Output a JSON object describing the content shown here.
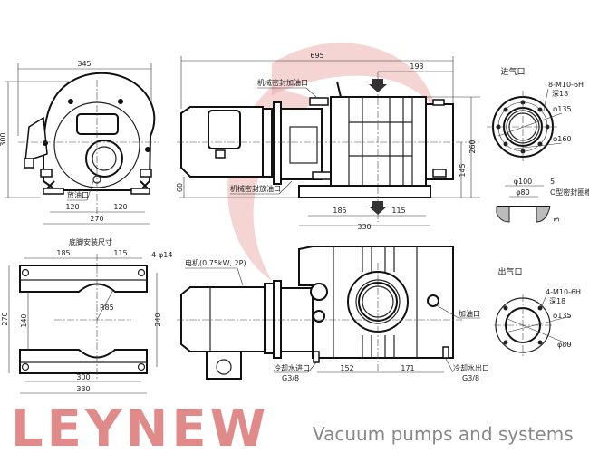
{
  "watermark": {
    "brand": "LEYNEW",
    "tagline": "Vacuum pumps and systems",
    "color": "#d84a4a"
  },
  "front_view": {
    "width": "345",
    "height": "300",
    "foot_left": "120",
    "foot_right": "120",
    "foot_total": "270",
    "drain_label": "放油口"
  },
  "side_view": {
    "length": "695",
    "inlet_offset": "193",
    "height_total": "260",
    "axis_height": "145",
    "base_height": "60",
    "base_left": "185",
    "base_right": "115",
    "base_total": "330",
    "seal_fill_label": "机械密封加油口",
    "seal_drain_label": "机械密封放油口"
  },
  "inlet": {
    "title": "进气口",
    "thread": "8-M10-6H",
    "depth": "深18",
    "pcd": "φ135",
    "outer": "φ160",
    "sec_outer": "φ100",
    "sec_inner": "φ80",
    "groove_w": "5",
    "groove_label": "O型密封圈槽",
    "groove_d": "3"
  },
  "base_plan": {
    "title": "底脚安装尺寸",
    "holes": "4-φ14",
    "left": "185",
    "right": "115",
    "radius": "R85",
    "total_h": "270",
    "inner_h": "140",
    "hole_h": "240",
    "hole_w": "300",
    "total_w": "330"
  },
  "top_view": {
    "motor_label": "电机(0.75kW, 2P)",
    "oil_fill_label": "加油口",
    "water_in_label": "冷却水进口",
    "water_in_thread": "G3/8",
    "water_out_label": "冷却水出口",
    "water_out_thread": "G3/8",
    "dim_left": "152",
    "dim_right": "171"
  },
  "outlet": {
    "title": "出气口",
    "thread": "4-M10-6H",
    "depth": "深18",
    "pcd": "φ135",
    "bore": "φ80"
  }
}
